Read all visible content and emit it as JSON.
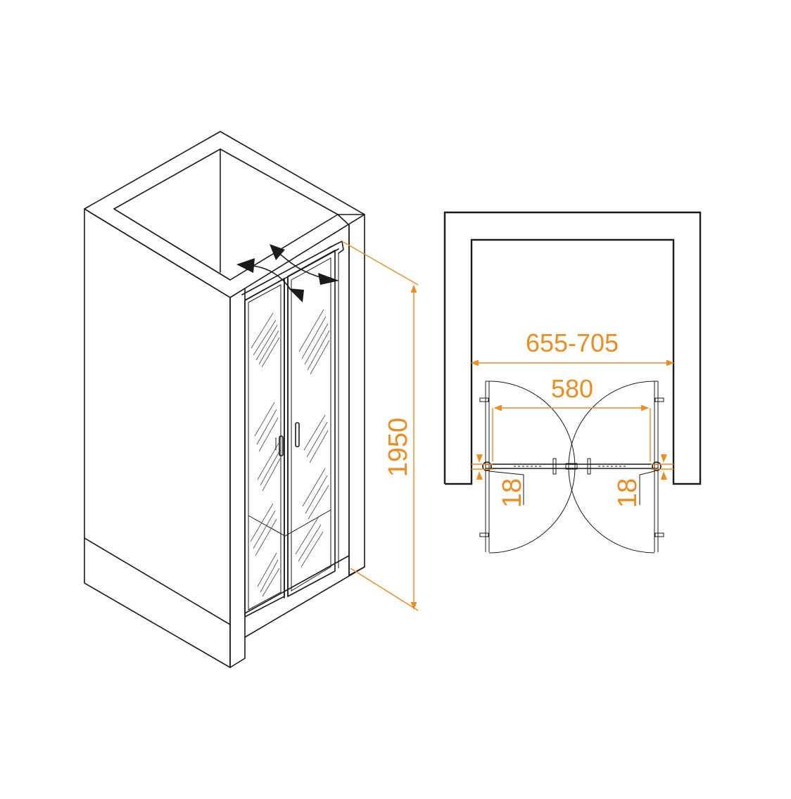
{
  "dimensions": {
    "height": "1950",
    "width_range": "655-705",
    "door_span": "580",
    "left_offset": "18",
    "right_offset": "18"
  },
  "colors": {
    "dimension": "#ee8c1f",
    "outline": "#1a1a1a",
    "background": "#ffffff"
  },
  "icons": {
    "swing": "double-swing-arrows-icon",
    "handle": "door-handle-icon"
  }
}
